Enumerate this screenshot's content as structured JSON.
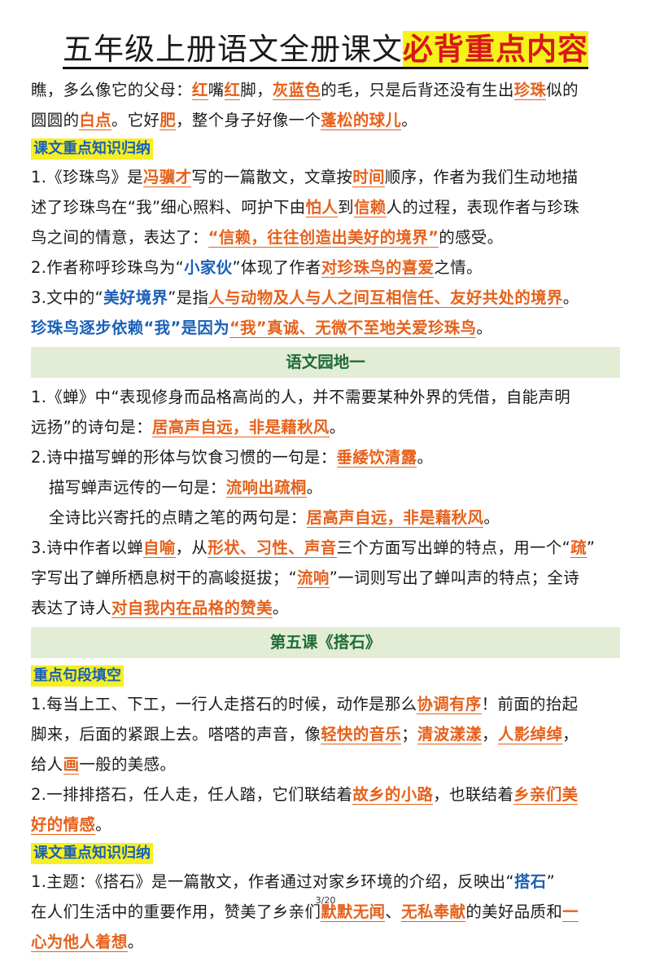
{
  "title": {
    "part1": "五年级上册语文全册课文",
    "part2": "必背重点内容"
  },
  "s1": {
    "l1": {
      "a": "瞧，多么像它的父母：",
      "b": "红",
      "c": "嘴",
      "d": "红",
      "e": "脚，",
      "f": "灰蓝色",
      "g": "的毛，只是后背还没有生出",
      "h": "珍珠",
      "i": "似的"
    },
    "l2": {
      "a": "圆圆的",
      "b": "白点",
      "c": "。它好",
      "d": "肥",
      "e": "，整个身子好像一个",
      "f": "蓬松的球儿",
      "g": "。"
    }
  },
  "h1": "课文重点知识归纳",
  "k1": {
    "a": "1.《珍珠鸟》是",
    "b": "冯骥才",
    "c": "写的一篇散文，文章按",
    "d": "时间",
    "e": "顺序，作者为我们生动地描"
  },
  "k2": {
    "a": "述了珍珠鸟在“我”细心照料、呵护下由",
    "b": "怕人",
    "c": "到",
    "d": "信赖",
    "e": "人的过程，表现作者与珍珠"
  },
  "k3": {
    "a": "鸟之间的情意，表达了：",
    "b": "“信赖，往往创造出美好的境界”",
    "c": "的感受。"
  },
  "k4": {
    "a": "2.作者称呼珍珠鸟为“",
    "b": "小家伙",
    "c": "”体现了作者",
    "d": "对珍珠鸟的喜爱",
    "e": "之情。"
  },
  "k5": {
    "a": "3.文中的“",
    "b": "美好境界",
    "c": "”是指",
    "d": "人与动物及人与人之间互相信任、友好共处的境界",
    "e": "。"
  },
  "k6": {
    "a": "珍珠鸟逐步依赖“我”是因为",
    "b": "“我”真诚、无微不至地关爱珍珠鸟",
    "c": "。"
  },
  "band1": "语文园地一",
  "y1": {
    "a": "1.《蝉》中“表现修身而品格高尚的人，并不需要某种外界的凭借，自能声明"
  },
  "y2": {
    "a": "远扬”的诗句是：",
    "b": "居高声自远，非是藉秋风",
    "c": "。"
  },
  "y3": {
    "a": "2.诗中描写蝉的形体与饮食习惯的一句是：",
    "b": "垂緌饮清露",
    "c": "。"
  },
  "y4": {
    "a": "描写蝉声远传的一句是：",
    "b": "流响出疏桐",
    "c": "。"
  },
  "y5": {
    "a": "全诗比兴寄托的点睛之笔的两句是：",
    "b": "居高声自远，非是藉秋风",
    "c": "。"
  },
  "y6": {
    "a": "3.诗中作者以蝉",
    "b": "自喻",
    "c": "，从",
    "d": "形状、习性、声音",
    "e": "三个方面写出蝉的特点，用一个“",
    "f": "疏",
    "g": "”"
  },
  "y7": {
    "a": "字写出了蝉所栖息树干的高峻挺拔；“",
    "b": "流响",
    "c": "”一词则写出了蝉叫声的特点；全诗"
  },
  "y8": {
    "a": "表达了诗人",
    "b": "对自我内在品格的赞美",
    "c": "。"
  },
  "band2": "第五课《搭石》",
  "h2": "重点句段填空",
  "d1": {
    "a": "1.每当上工、下工，一行人走搭石的时候，动作是那么",
    "b": "协调有序",
    "c": "！前面的抬起"
  },
  "d2": {
    "a": "脚来，后面的紧跟上去。嗒嗒的声音，像",
    "b": "轻快的音乐",
    "c": "；",
    "d": "清波漾漾",
    "e": "，",
    "f": "人影绰绰",
    "g": "，"
  },
  "d3": {
    "a": "给人",
    "b": "画",
    "c": "一般的美感。"
  },
  "d4": {
    "a": "2.一排排搭石，任人走，任人踏，它们联结着",
    "b": "故乡的小路",
    "c": "，也联结着",
    "d": "乡亲们美"
  },
  "d5": {
    "a": "好的情感",
    "b": "。"
  },
  "h3": "课文重点知识归纳",
  "e1": {
    "a": "1.主题：《搭石》是一篇散文，作者通过对家乡环境的介绍，反映出“",
    "b": "搭石",
    "c": "”"
  },
  "e2": {
    "a": "在人们生活中的重要作用，赞美了乡亲们",
    "b": "默默无闻",
    "c": "、",
    "d": "无私奉献",
    "e": "的美好品质和",
    "f": "一"
  },
  "e3": {
    "a": "心为他人着想",
    "b": "。"
  },
  "page": "3/20"
}
